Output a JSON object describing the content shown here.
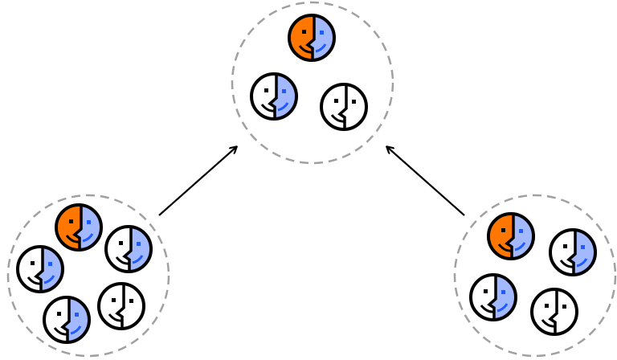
{
  "colors": {
    "orange": "#ff7700",
    "light_blue": "#a3b9ff",
    "accent_blue": "#1f5cff",
    "outline": "#000000",
    "group_border": "#a0a0a0"
  },
  "groups": [
    {
      "id": "top",
      "faces": [
        "orange",
        "blue",
        "white"
      ]
    },
    {
      "id": "left",
      "faces": [
        "orange",
        "blue",
        "blue",
        "white",
        "blue"
      ]
    },
    {
      "id": "right",
      "faces": [
        "orange",
        "blue",
        "blue",
        "white"
      ]
    }
  ],
  "arrows": [
    {
      "from": "left",
      "to": "top"
    },
    {
      "from": "right",
      "to": "top"
    }
  ]
}
